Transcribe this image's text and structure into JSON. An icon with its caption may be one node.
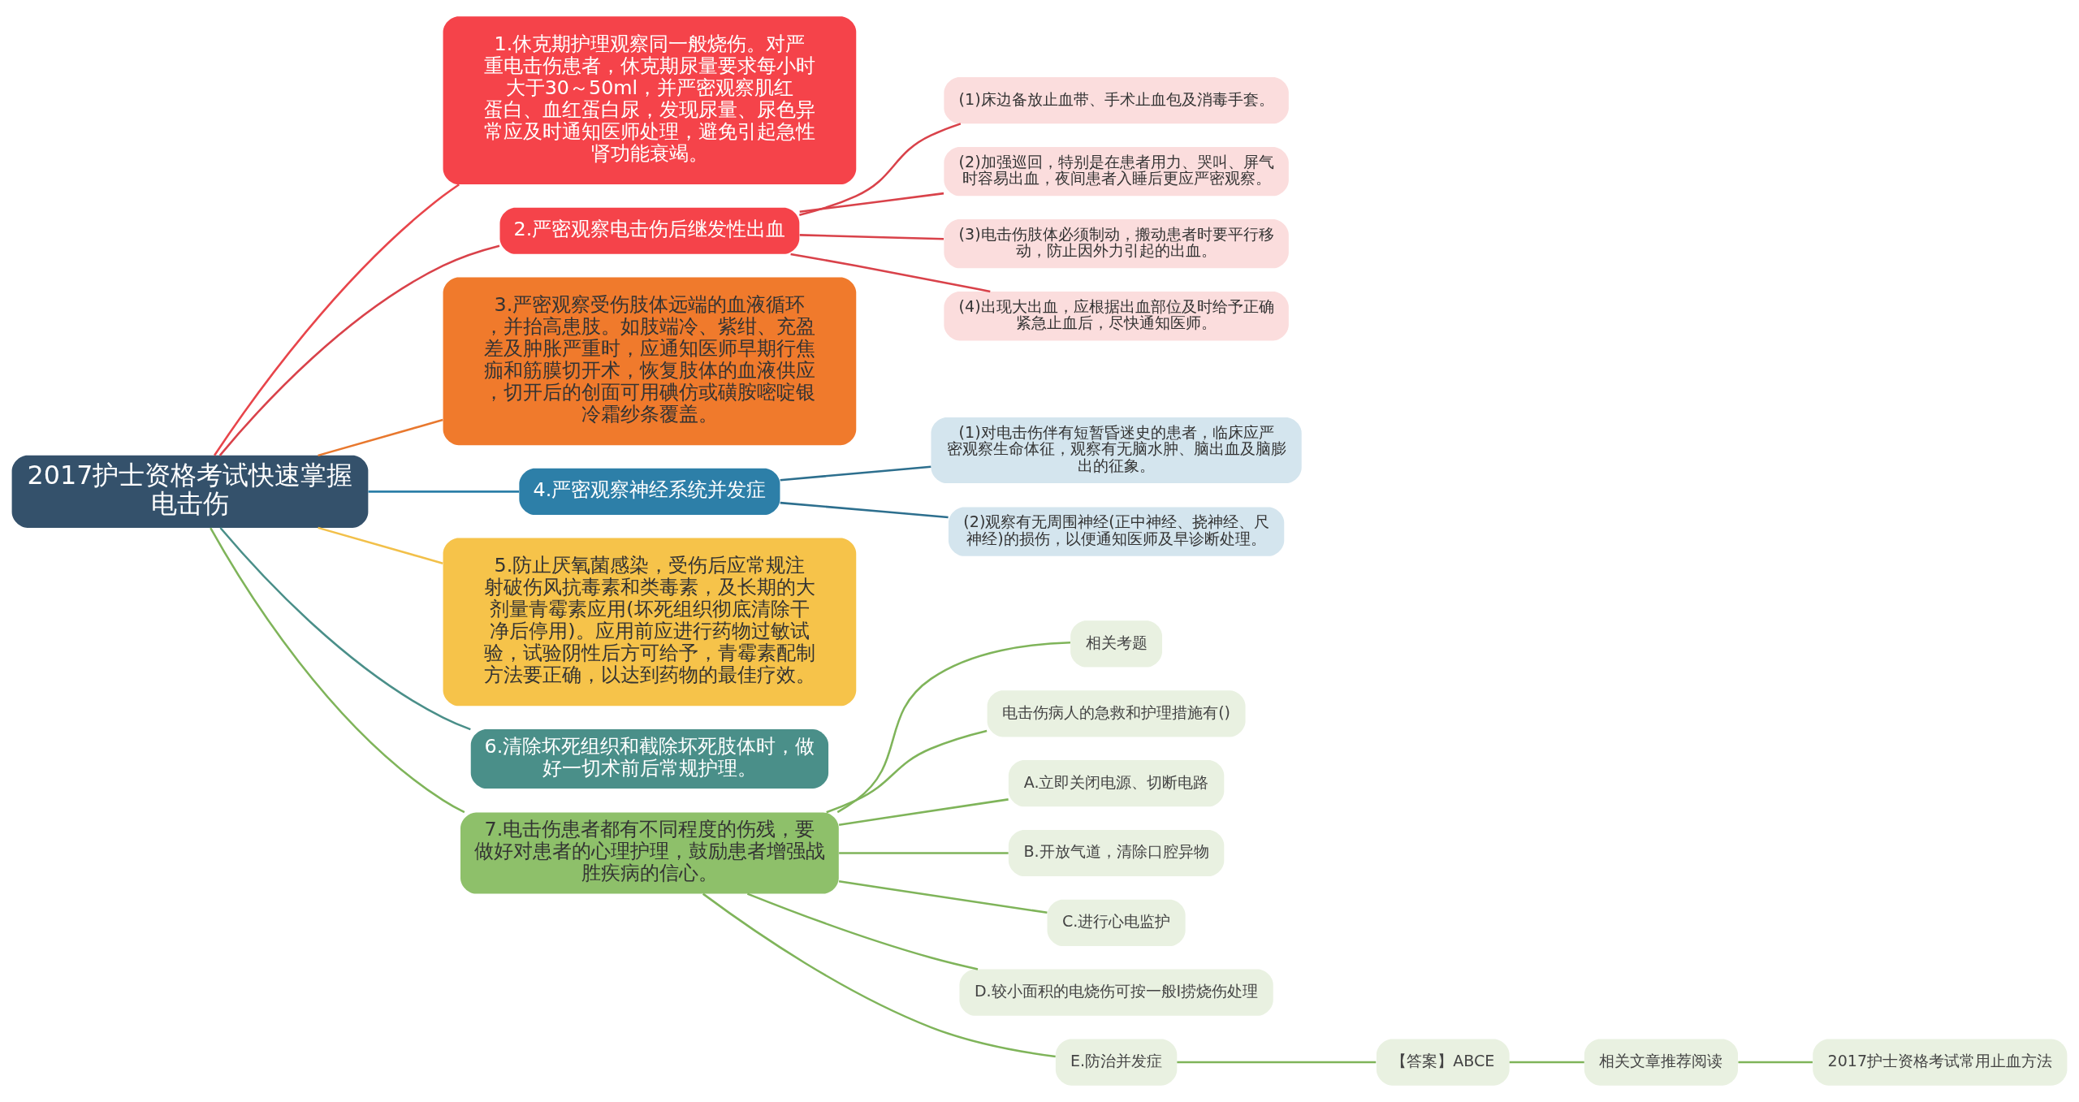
{
  "diagram": {
    "nodes": [
      {
        "text": [
          "2017护士资格考试快速掌握电击伤"
        ]
      },
      {
        "text": [
          "1.休克期护理观察同一般烧伤。对严重电击伤患者，休克期尿量要求每小时大于30～50ml，并严密观察肌红蛋白、血红蛋白尿，发现尿量、尿色异常应及时通知医师处理，避免引起急性肾功能衰竭。"
        ]
      },
      {
        "text": [
          "2.严密观察电击伤后继发性出血"
        ]
      },
      {
        "text": [
          "(1)床边备放止血带、手术止血包及消毒手套。"
        ]
      },
      {
        "text": [
          "(2)加强巡回，特别是在患者用力、哭叫、屏气时容易出血，夜间患者入睡后更应严密观察。"
        ]
      },
      {
        "text": [
          "(3)电击伤肢体必须制动，搬动患者时要平行移动，防止因外力引起的出血。"
        ]
      },
      {
        "text": [
          "(4)出现大出血，应根据出血部位及时给予正确紧急止血后，尽快通知医师。"
        ]
      },
      {
        "text": [
          "3.严密观察受伤肢体远端的血液循环，并抬高患肢。如肢端冷、紫绀、充盈差及肿胀严重时，应通知医师早期行焦痂和筋膜切开术，恢复肢体的血液供应，切开后的创面可用碘仿或磺胺嘧啶银冷霜纱条覆盖。"
        ]
      },
      {
        "text": [
          "4.严密观察神经系统并发症"
        ]
      },
      {
        "text": [
          "(1)对电击伤伴有短暂昏迷史的患者，临床应严密观察生命体征，观察有无脑水肿、脑出血及脑膨出的征象。"
        ]
      },
      {
        "text": [
          "(2)观察有无周围神经(正中神经、挠神经、尺神经)的损伤，以便通知医师及早诊断处理。"
        ]
      },
      {
        "text": [
          "5.防止厌氧菌感染，受伤后应常规注射破伤风抗毒素和类毒素，及长期的大剂量青霉素应用(坏死组织彻底清除干净后停用)。应用前应进行药物过敏试验，试验阴性后方可给予，青霉素配制方法要正确，以达到药物的最佳疗效。"
        ]
      },
      {
        "text": [
          "6.清除坏死组织和截除坏死肢体时，做好一切术前后常规护理。"
        ]
      },
      {
        "text": [
          "7.电击伤患者都有不同程度的伤残，要做好对患者的心理护理，鼓励患者增强战胜疾病的信心。"
        ]
      },
      {
        "text": [
          "相关考题"
        ]
      },
      {
        "text": [
          "电击伤病人的急救和护理措施有()"
        ]
      },
      {
        "text": [
          "A.立即关闭电源、切断电路"
        ]
      },
      {
        "text": [
          "B.开放气道，清除口腔异物"
        ]
      },
      {
        "text": [
          "C.进行心电监护"
        ]
      },
      {
        "text": [
          "D.较小面积的电烧伤可按一般I捞烧伤处理"
        ]
      },
      {
        "text": [
          "E.防治并发症"
        ]
      },
      {
        "text": [
          "【答案】ABCE"
        ]
      },
      {
        "text": [
          "相关文章推荐阅读"
        ]
      },
      {
        "text": [
          "2017护士资格考试常用止血方法"
        ]
      }
    ],
    "edges": [
      {
        "from": 0,
        "to": 1,
        "arrow": "none",
        "color": "#e8454b"
      },
      {
        "from": 0,
        "to": 2,
        "arrow": "none",
        "color": "#d9424a"
      },
      {
        "from": 2,
        "to": 3,
        "arrow": "none",
        "color": "#d9424a"
      },
      {
        "from": 2,
        "to": 4,
        "arrow": "none",
        "color": "#d9424a"
      },
      {
        "from": 2,
        "to": 5,
        "arrow": "none",
        "color": "#d9424a"
      },
      {
        "from": 2,
        "to": 6,
        "arrow": "none",
        "color": "#d9424a"
      },
      {
        "from": 0,
        "to": 7,
        "arrow": "none",
        "color": "#e8782e"
      },
      {
        "from": 0,
        "to": 8,
        "arrow": "none",
        "color": "#2d7fa8"
      },
      {
        "from": 8,
        "to": 9,
        "arrow": "none",
        "color": "#2d6f8e"
      },
      {
        "from": 8,
        "to": 10,
        "arrow": "none",
        "color": "#2d6f8e"
      },
      {
        "from": 0,
        "to": 11,
        "arrow": "none",
        "color": "#f2c04a"
      },
      {
        "from": 0,
        "to": 12,
        "arrow": "none",
        "color": "#4a8f89"
      },
      {
        "from": 0,
        "to": 13,
        "arrow": "none"
      },
      {
        "from": 13,
        "to": 14,
        "arrow": "none"
      },
      {
        "from": 13,
        "to": 15,
        "arrow": "none"
      },
      {
        "from": 13,
        "to": 16,
        "arrow": "none"
      },
      {
        "from": 13,
        "to": 17,
        "arrow": "none"
      },
      {
        "from": 13,
        "to": 18,
        "arrow": "none"
      },
      {
        "from": 13,
        "to": 19,
        "arrow": "none"
      },
      {
        "from": 13,
        "to": 20,
        "arrow": "none"
      },
      {
        "from": 20,
        "to": 21,
        "arrow": "none"
      },
      {
        "from": 21,
        "to": 22,
        "arrow": "none"
      },
      {
        "from": 22,
        "to": 23,
        "arrow": "none"
      }
    ]
  }
}
